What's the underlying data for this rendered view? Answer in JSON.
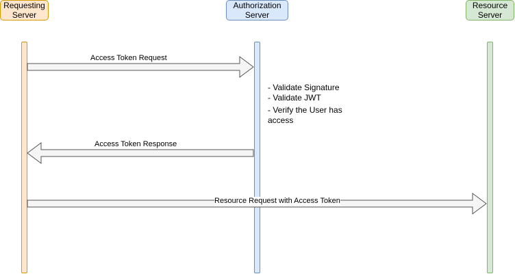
{
  "actors": {
    "requesting": {
      "label": "Requesting\nServer",
      "fill": "#ffe6cc",
      "stroke": "#d79b00"
    },
    "authorization": {
      "label": "Authorization\nServer",
      "fill": "#dae8fc",
      "stroke": "#6c8ebf"
    },
    "resource": {
      "label": "Resource\nServer",
      "fill": "#d5e8d4",
      "stroke": "#82b366"
    }
  },
  "messages": {
    "token_request": "Access Token Request",
    "token_response": "Access Token Response",
    "resource_request": "Resource Request with Access Token"
  },
  "note": {
    "line1": "- Validate Signature",
    "line2": "- Validate JWT",
    "line3": "- Verify the User has",
    "line4": "access"
  },
  "colors": {
    "arrow_fill": "#f5f5f5",
    "arrow_stroke": "#555555"
  }
}
